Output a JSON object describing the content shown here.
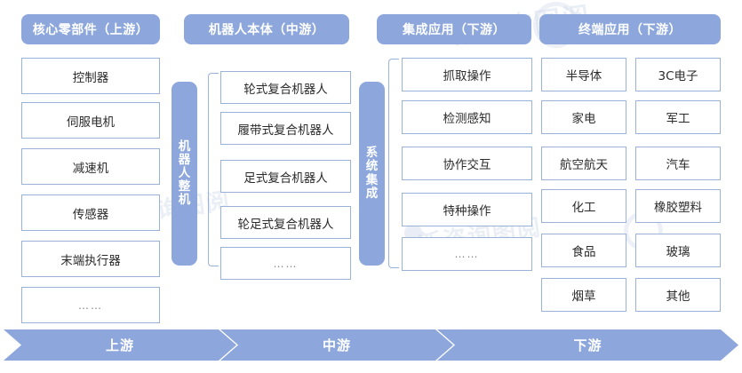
{
  "diagram": {
    "title_present": false,
    "colors": {
      "accent": "#8da7dd",
      "box_border": "#9bb2d8",
      "box_fill": "#ffffff",
      "text": "#2b2b2b",
      "header_text": "#ffffff",
      "ellipsis_text": "#8a8a8a",
      "background": "#ffffff"
    },
    "headers": [
      {
        "label": "核心零部件（上游）"
      },
      {
        "label": "机器人本体（中游）"
      },
      {
        "label": "集成应用（下游）"
      },
      {
        "label": "终端应用（下游）"
      }
    ],
    "columns": {
      "upstream_core_components": [
        "控制器",
        "伺服电机",
        "减速机",
        "传感器",
        "末端执行器",
        "……"
      ],
      "robot_body_types": [
        "轮式复合机器人",
        "履带式复合机器人",
        "足式复合机器人",
        "轮足式复合机器人",
        "……"
      ],
      "integrated_applications": [
        "抓取操作",
        "检测感知",
        "协作交互",
        "特种操作",
        "……"
      ],
      "end_applications_col1": [
        "半导体",
        "家电",
        "航空航天",
        "化工",
        "食品",
        "烟草"
      ],
      "end_applications_col2": [
        "3C电子",
        "军工",
        "汽车",
        "橡胶塑料",
        "玻璃",
        "其他"
      ]
    },
    "vertical_pills": [
      {
        "label": "机器人整机",
        "chars": [
          "机",
          "器",
          "人",
          "整",
          "机"
        ]
      },
      {
        "label": "系统集成",
        "chars": [
          "系",
          "统",
          "集",
          "成"
        ]
      }
    ],
    "flow_bar": [
      {
        "label": "上游"
      },
      {
        "label": "中游"
      },
      {
        "label": "下游"
      }
    ],
    "watermark": {
      "text": "新咨询图阅"
    }
  }
}
